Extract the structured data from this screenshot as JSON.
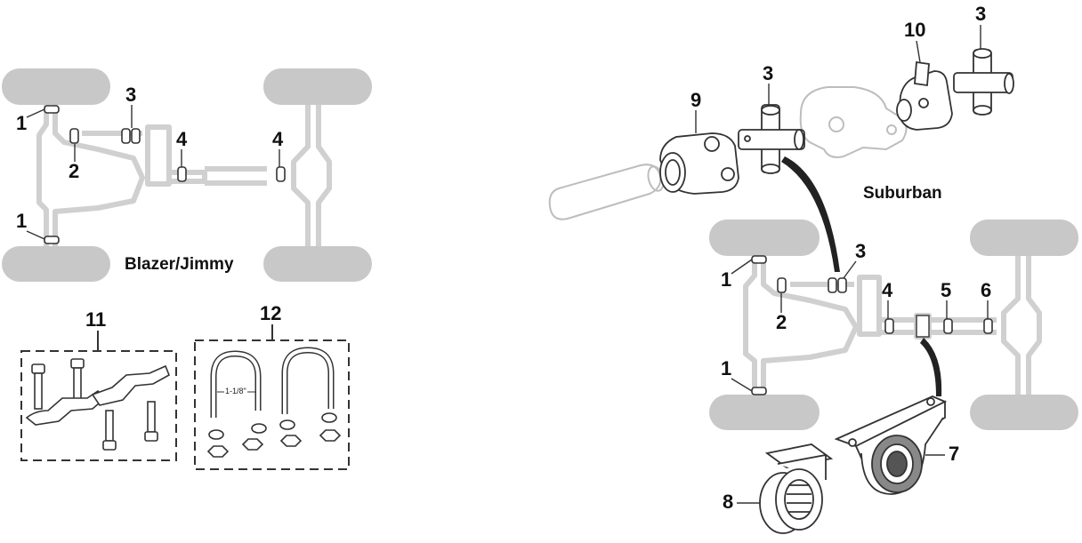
{
  "titles": {
    "blazer": "Blazer/Jimmy",
    "suburban": "Suburban"
  },
  "dimension": "1-1/8\"",
  "callouts": {
    "b1_top": "1",
    "b1_bottom": "1",
    "b2": "2",
    "b3": "3",
    "b4_front": "4",
    "b4_rear": "4",
    "s1_top": "1",
    "s1_bottom": "1",
    "s2": "2",
    "s3": "3",
    "s4": "4",
    "s5": "5",
    "s6": "6",
    "s7": "7",
    "s8": "8",
    "s9": "9",
    "s3_upper": "3",
    "s10": "10",
    "s3_top": "3",
    "k11": "11",
    "k12": "12"
  },
  "colors": {
    "tire": "#c8c8c8",
    "frame": "#d0d0d0",
    "part_line": "#333333",
    "ghost_line": "#bdbdbd"
  }
}
